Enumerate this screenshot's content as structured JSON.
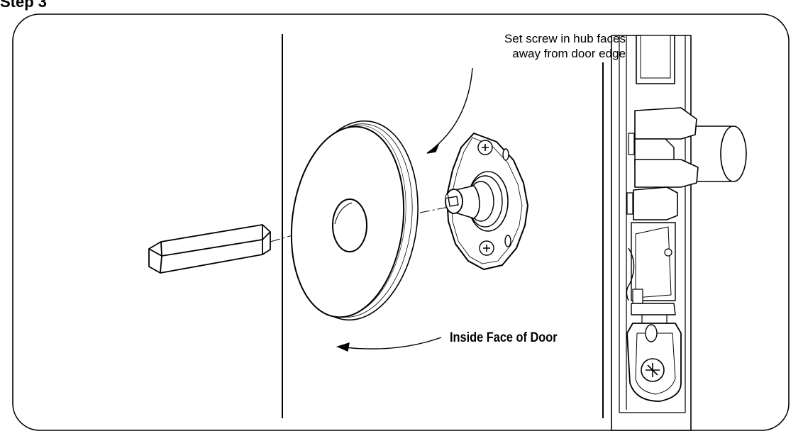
{
  "step": {
    "title": "Step 3"
  },
  "callouts": {
    "set_screw": [
      "Set screw in hub faces",
      "away from door edge"
    ],
    "inside_face": "Inside Face of Door"
  },
  "parts": [
    {
      "name": "spindle",
      "icon": "spindle-bar"
    },
    {
      "name": "rose",
      "icon": "round-rose-plate"
    },
    {
      "name": "mounting-plate",
      "icon": "hub-mounting-plate"
    },
    {
      "name": "latch",
      "icon": "latch-mechanism"
    }
  ],
  "colors": {
    "line": "#000000",
    "background": "#ffffff"
  }
}
